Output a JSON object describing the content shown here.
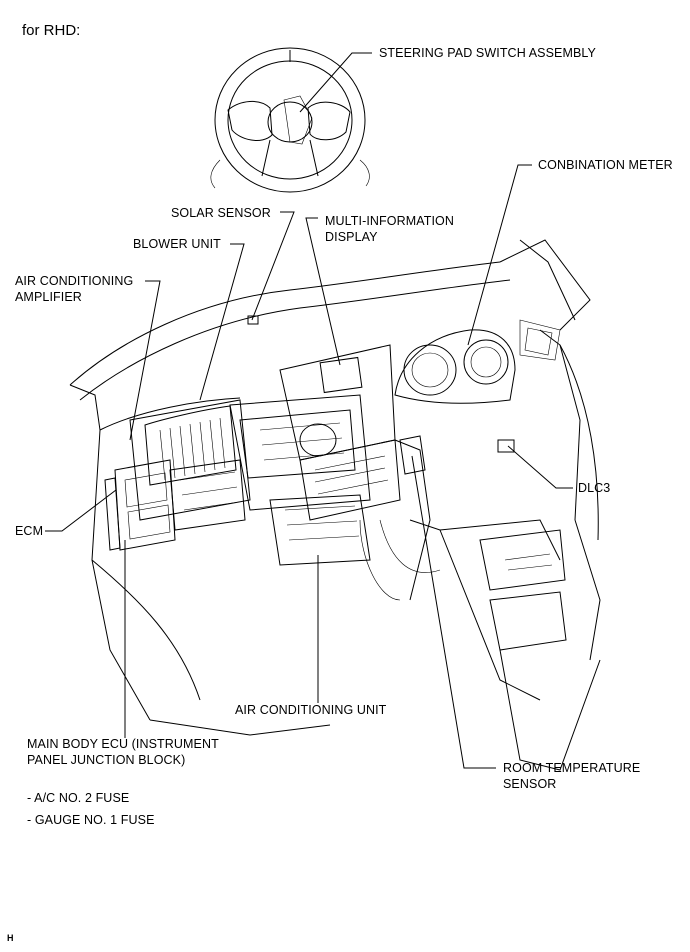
{
  "heading": "for RHD:",
  "labels": {
    "steering_pad_switch": "STEERING PAD SWITCH ASSEMBLY",
    "combination_meter": "CONBINATION METER",
    "solar_sensor": "SOLAR SENSOR",
    "multi_info_display_line1": "MULTI-INFORMATION",
    "multi_info_display_line2": "DISPLAY",
    "blower_unit": "BLOWER UNIT",
    "ac_amplifier_line1": "AIR CONDITIONING",
    "ac_amplifier_line2": "AMPLIFIER",
    "dlc3": "DLC3",
    "ecm": "ECM",
    "ac_unit": "AIR CONDITIONING UNIT",
    "main_body_ecu_line1": "MAIN BODY ECU (INSTRUMENT",
    "main_body_ecu_line2": "PANEL JUNCTION BLOCK)",
    "room_temp_sensor_line1": "ROOM TEMPERATURE",
    "room_temp_sensor_line2": "SENSOR",
    "fuse_ac": "- A/C NO. 2 FUSE",
    "fuse_gauge": "- GAUGE NO. 1 FUSE"
  },
  "corner_mark": "H"
}
